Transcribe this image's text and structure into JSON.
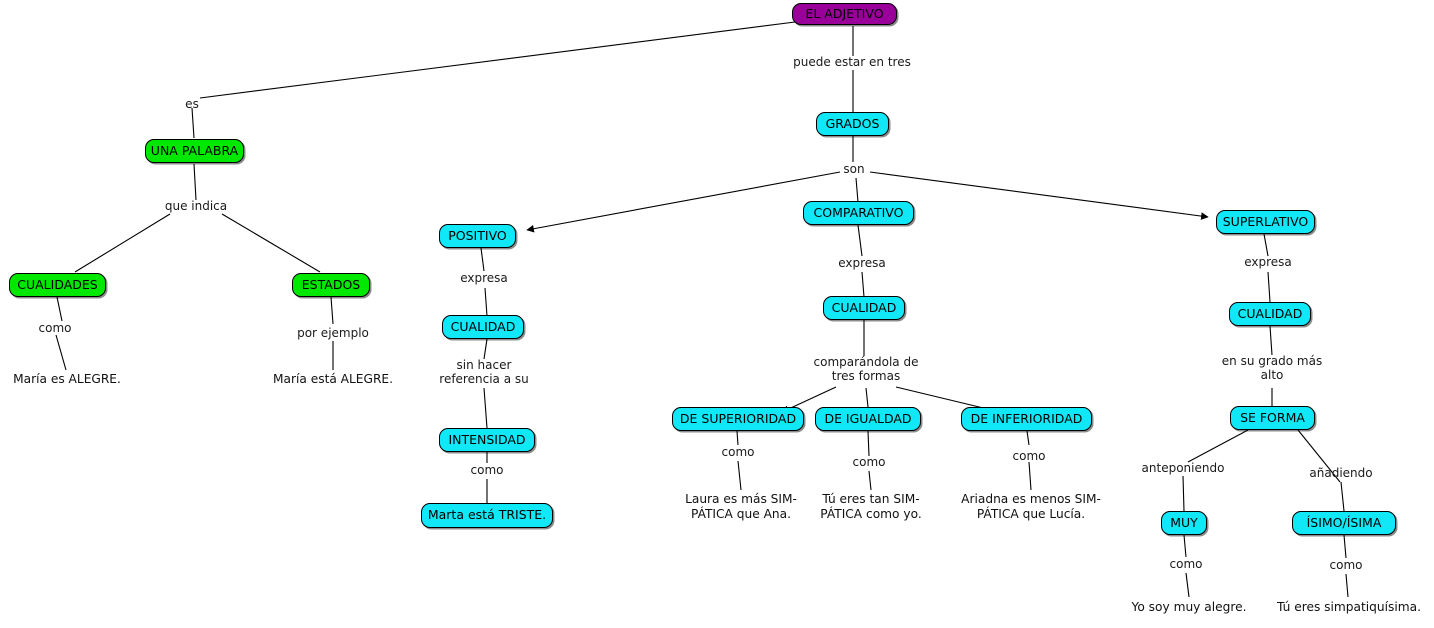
{
  "diagram": {
    "title": "EL ADJETIVO",
    "type": "concept-map",
    "colors": {
      "root": "#990099",
      "green": "#00e800",
      "cyan": "#11e8f7",
      "line": "#000000",
      "background": "#ffffff"
    }
  },
  "nodes": {
    "root": {
      "label": "EL ADJETIVO"
    },
    "una_palabra": {
      "label": "UNA PALABRA"
    },
    "cualidades": {
      "label": "CUALIDADES"
    },
    "estados": {
      "label": "ESTADOS"
    },
    "grados": {
      "label": "GRADOS"
    },
    "positivo": {
      "label": "POSITIVO"
    },
    "comparativo": {
      "label": "COMPARATIVO"
    },
    "superlativo": {
      "label": "SUPERLATIVO"
    },
    "pos_cualidad": {
      "label": "CUALIDAD"
    },
    "pos_intensidad": {
      "label": "INTENSIDAD"
    },
    "pos_ejemplo": {
      "label": "Marta está TRISTE."
    },
    "comp_cualidad": {
      "label": "CUALIDAD"
    },
    "de_superioridad": {
      "label": "DE SUPERIORIDAD"
    },
    "de_igualdad": {
      "label": "DE IGUALDAD"
    },
    "de_inferioridad": {
      "label": "DE INFERIORIDAD"
    },
    "sup_cualidad": {
      "label": "CUALIDAD"
    },
    "se_forma": {
      "label": "SE FORMA"
    },
    "muy": {
      "label": "MUY"
    },
    "isimo": {
      "label": "ÍSIMO/ÍSIMA"
    }
  },
  "link_labels": {
    "es": "es",
    "puede_estar": "puede estar en tres",
    "que_indica": "que indica",
    "como_cualidades": "como",
    "por_ejemplo": "por ejemplo",
    "son": "son",
    "expresa_pos": "expresa",
    "sin_hacer": "sin hacer\nreferencia a su",
    "como_intensidad": "como",
    "expresa_comp": "expresa",
    "comparandola": "comparándola de\ntres formas",
    "como_superioridad": "como",
    "como_igualdad": "como",
    "como_inferioridad": "como",
    "expresa_sup": "expresa",
    "en_su_grado": "en su grado más\nalto",
    "anteponiendo": "anteponiendo",
    "anadiendo": "añadiendo",
    "como_muy": "como",
    "como_isimo": "como"
  },
  "leaf_texts": {
    "maria_es_alegre": "María es ALEGRE.",
    "maria_esta_alegre": "María está ALEGRE.",
    "laura": "Laura es más SIM-\nPÁTICA que Ana.",
    "tu_eres_tan": "Tú eres tan SIM-\nPÁTICA como yo.",
    "ariadna": "Ariadna es menos SIM-\nPÁTICA que Lucía.",
    "yo_soy_muy": "Yo soy muy alegre.",
    "tu_eres_simpatiquisima": "Tú eres simpatiquísima."
  }
}
